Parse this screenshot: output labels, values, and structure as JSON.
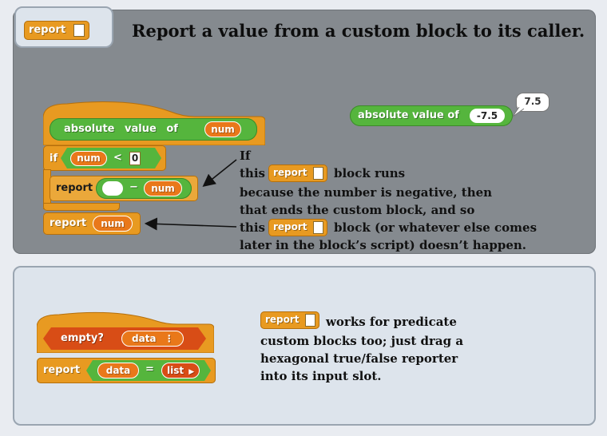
{
  "title": "Report a value from a custom block to its caller.",
  "tab": {
    "report_label": "report"
  },
  "top_example": {
    "hat_label": "absolute value of",
    "hat_param": "num",
    "if_label": "if",
    "condition_var": "num",
    "condition_op": "<",
    "condition_value": "0",
    "inner_report_label": "report",
    "minus_op": "−",
    "minus_var": "num",
    "outer_report_label": "report",
    "outer_report_var": "num"
  },
  "call_example": {
    "label": "absolute value of",
    "argument": "-7.5",
    "result": "7.5"
  },
  "explanation": {
    "line1": "If",
    "line2_pre": "this",
    "line2_post": "block runs",
    "line3": "because the number is negative, then",
    "line4": "that ends the custom block, and so",
    "line5_pre": "this",
    "line5_post": "block (or whatever else comes",
    "line6": "later in the block’s script) doesn’t happen.",
    "report_label": "report"
  },
  "predicate_example": {
    "empty_label": "empty?",
    "empty_var": "data",
    "report_label": "report",
    "data_var": "data",
    "equals_op": "=",
    "list_label": "list"
  },
  "predicate_note": {
    "report_label": "report",
    "line1_post": "works for predicate",
    "line2": "custom blocks too; just drag a",
    "line3": "hexagonal true/false reporter",
    "line4": "into its input slot."
  },
  "colors": {
    "command_orange": "#e89a21",
    "operator_green": "#55b53d",
    "variable_orange": "#e9781a",
    "predicate_red": "#d84d16",
    "panel_gray": "#858a8f",
    "panel_light": "#dde4ec"
  }
}
